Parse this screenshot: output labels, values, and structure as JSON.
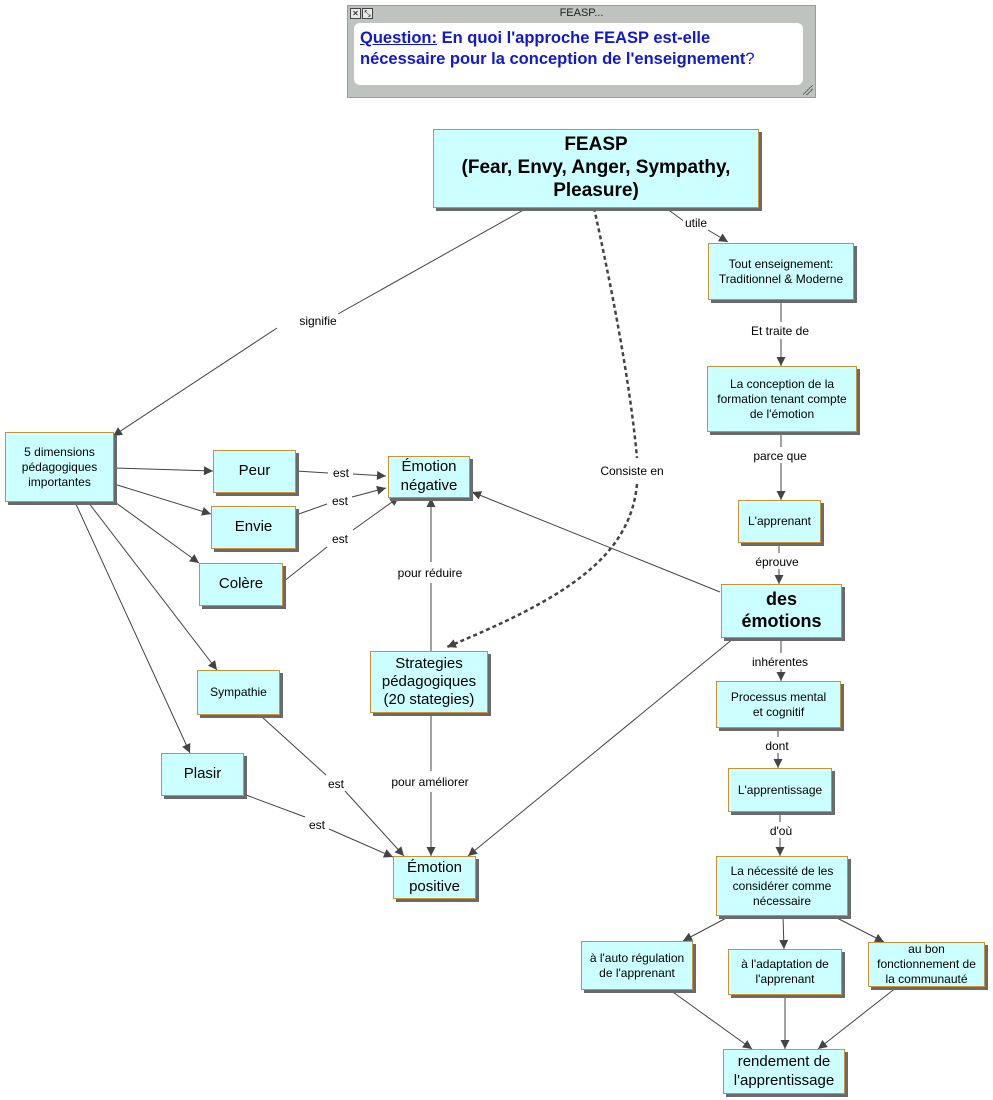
{
  "question_window": {
    "title": "FEASP...",
    "close_glyph": "✕",
    "resize_glyph": "⤡",
    "question_label": "Question:",
    "question_text_part1": " En quoi l'approche ",
    "question_text_emph": "FEASP",
    "question_text_part2": " est-elle nécessaire pour la conception de l'enseignement",
    "question_mark": "?"
  },
  "concepts": {
    "feasp": "FEASP\n(Fear, Envy, Anger, Sympathy, Pleasure)",
    "tout_ens": "Tout enseignement:\nTraditionnel & Moderne",
    "conception": "La conception de la\nformation tenant compte\nde l'émotion",
    "apprenant": "L'apprenant",
    "emotions": "des\némotions",
    "processus": "Processus mental\net cognitif",
    "apprentissage": "L'apprentissage",
    "necessite": "La nécessité de les\nconsidérer comme\nnécessaire",
    "auto_reg": "à l'auto régulation\nde l'apprenant",
    "adaptation": "à l'adaptation de\nl'apprenant",
    "bon_fonct": "au bon\nfonctionnement de\nla communauté",
    "rendement": "rendement de\nl'apprentissage",
    "dimensions": "5 dimensions\npédagogiques\nimportantes",
    "peur": "Peur",
    "envie": "Envie",
    "colere": "Colère",
    "sympathie": "Sympathie",
    "plasir": "Plasir",
    "emo_neg": "Émotion\nnégative",
    "emo_pos": "Émotion\npositive",
    "strategies": "Strategies\npédagogiques\n(20 stategies)"
  },
  "link_labels": {
    "utile": "utile",
    "et_traite": "Et traite de",
    "parce_que": "parce que",
    "eprouve": "éprouve",
    "inherentes": "inhérentes",
    "dont": "dont",
    "dou": "d'où",
    "signifie": "signifie",
    "consiste": "Consiste en",
    "est_peur": "est",
    "est_envie": "est",
    "est_colere": "est",
    "pour_reduire": "pour réduire",
    "pour_ameliorer": "pour améliorer",
    "est_sympathie": "est",
    "est_plasir": "est"
  },
  "colors": {
    "node_fill": "#ccffff",
    "node_border": "#c8923a",
    "link": "#444444",
    "question_text": "#1018d0"
  }
}
